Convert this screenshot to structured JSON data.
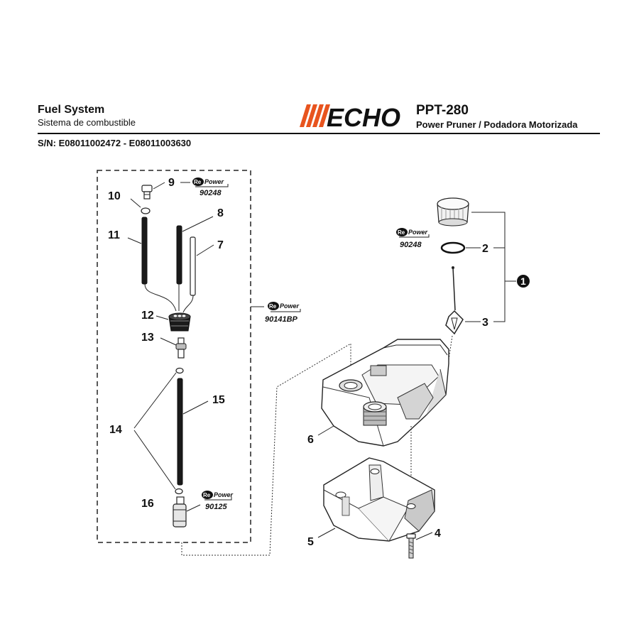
{
  "header": {
    "title": "Fuel System",
    "subtitle": "Sistema de combustible",
    "brand": "ECHO",
    "model": "PPT-280",
    "model_description": "Power Pruner / Podadora Motorizada",
    "serial": "S/N: E08011002472 - E08011003630"
  },
  "repower": {
    "prefix": "Re",
    "word": "Power"
  },
  "callouts": {
    "c1": "1",
    "c2": "2",
    "c3": "3",
    "c4": "4",
    "c5": "5",
    "c6": "6",
    "c7": "7",
    "c8": "8",
    "c9": "9",
    "c10": "10",
    "c11": "11",
    "c12": "12",
    "c13": "13",
    "c14": "14",
    "c15": "15",
    "c16": "16"
  },
  "kits": {
    "k9": "90248",
    "k2": "90248",
    "kgroup": "90141BP",
    "k16": "90125"
  },
  "colors": {
    "brand_accent": "#e8541e",
    "ink": "#111111"
  }
}
